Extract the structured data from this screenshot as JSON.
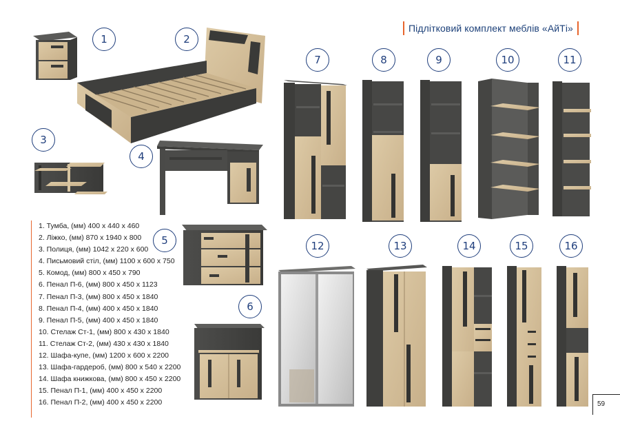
{
  "page": {
    "title": "Підлітковий комплект меблів «АйТі»",
    "page_number": "59"
  },
  "items": [
    {
      "number": "1",
      "label": "1. Тумба, (мм) 400 x 440 x 460"
    },
    {
      "number": "2",
      "label": "2. Ліжко, (мм) 870 x 1940 x 800"
    },
    {
      "number": "3",
      "label": "3. Полиця, (мм) 1042 x 220 x 600"
    },
    {
      "number": "4",
      "label": "4. Письмовий стіл, (мм) 1100 x 600 x 750"
    },
    {
      "number": "5",
      "label": "5. Комод, (мм) 800 x 450 x 790"
    },
    {
      "number": "6",
      "label": "6. Пенал П-6, (мм) 800 x 450 x 1123"
    },
    {
      "number": "7",
      "label": "7. Пенал П-3, (мм) 800 x 450 x 1840"
    },
    {
      "number": "8",
      "label": "8. Пенал П-4, (мм) 400 x 450 x 1840"
    },
    {
      "number": "9",
      "label": "9. Пенал П-5, (мм) 400 x 450 x 1840"
    },
    {
      "number": "10",
      "label": "10. Стелаж Ст-1, (мм) 800 x 430 x 1840"
    },
    {
      "number": "11",
      "label": "11. Стелаж Ст-2, (мм) 430 x 430 x 1840"
    },
    {
      "number": "12",
      "label": "12. Шафа-купе, (мм) 1200 x 600 x 2200"
    },
    {
      "number": "13",
      "label": "13. Шафа-гардероб, (мм) 800 x 540 x 2200"
    },
    {
      "number": "14",
      "label": "14. Шафа книжкова, (мм) 800 x 450 x 2200"
    },
    {
      "number": "15",
      "label": "15. Пенал П-1, (мм) 400 x 450 x 2200"
    },
    {
      "number": "16",
      "label": "16. Пенал П-2, (мм) 400 x 450 x 2200"
    }
  ],
  "colors": {
    "accent": "#e7652c",
    "title_blue": "#1b3f78",
    "oak": "#d6c3a0",
    "oak_dark": "#c2ab84",
    "graphite": "#4a4a48",
    "graphite_dark": "#353533"
  }
}
